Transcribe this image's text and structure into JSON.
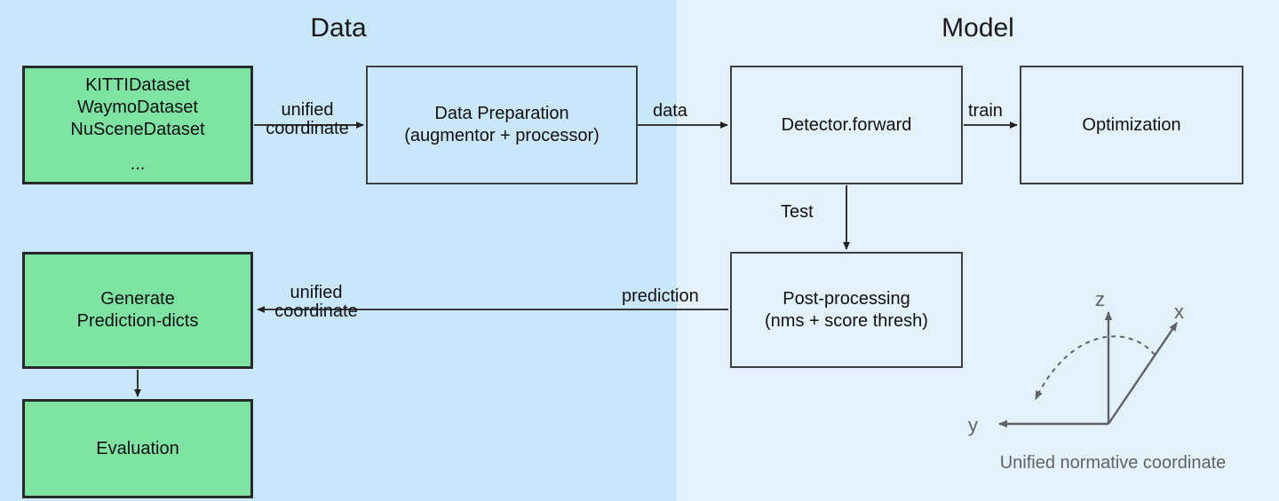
{
  "panels": {
    "data": {
      "title": "Data",
      "bg": "#c9e6fa"
    },
    "model": {
      "title": "Model",
      "bg": "#e3f1fb"
    }
  },
  "colors": {
    "green_node": "#7ee2a2",
    "node_border": "#3c4043",
    "green_border": "#27292b",
    "text": "#111111",
    "muted_text": "#5f6368"
  },
  "nodes": {
    "datasets": {
      "lines": [
        "KITTIDataset",
        "WaymoDataset",
        "NuSceneDataset"
      ],
      "ellipsis": "..."
    },
    "data_preparation": {
      "line1": "Data Preparation",
      "line2": "(augmentor + processor)"
    },
    "detector": {
      "label": "Detector.forward"
    },
    "optimization": {
      "label": "Optimization"
    },
    "post_processing": {
      "line1": "Post-processing",
      "line2": "(nms + score thresh)"
    },
    "generate_prediction_dicts": {
      "line1": "Generate",
      "line2": "Prediction-dicts"
    },
    "evaluation": {
      "label": "Evaluation"
    }
  },
  "edges": {
    "datasets_to_dataprep": {
      "line1": "unified",
      "line2": "coordinate"
    },
    "dataprep_to_detector": {
      "label": "data"
    },
    "detector_to_optimization": {
      "label": "train"
    },
    "detector_to_postproc": {
      "label": "Test"
    },
    "postproc_to_prediction": {
      "label": "prediction"
    },
    "postproc_to_generate": {
      "line1": "unified",
      "line2": "coordinate"
    }
  },
  "coordinate_figure": {
    "caption": "Unified normative coordinate",
    "axes": {
      "z": "z",
      "x": "x",
      "y": "y"
    }
  }
}
